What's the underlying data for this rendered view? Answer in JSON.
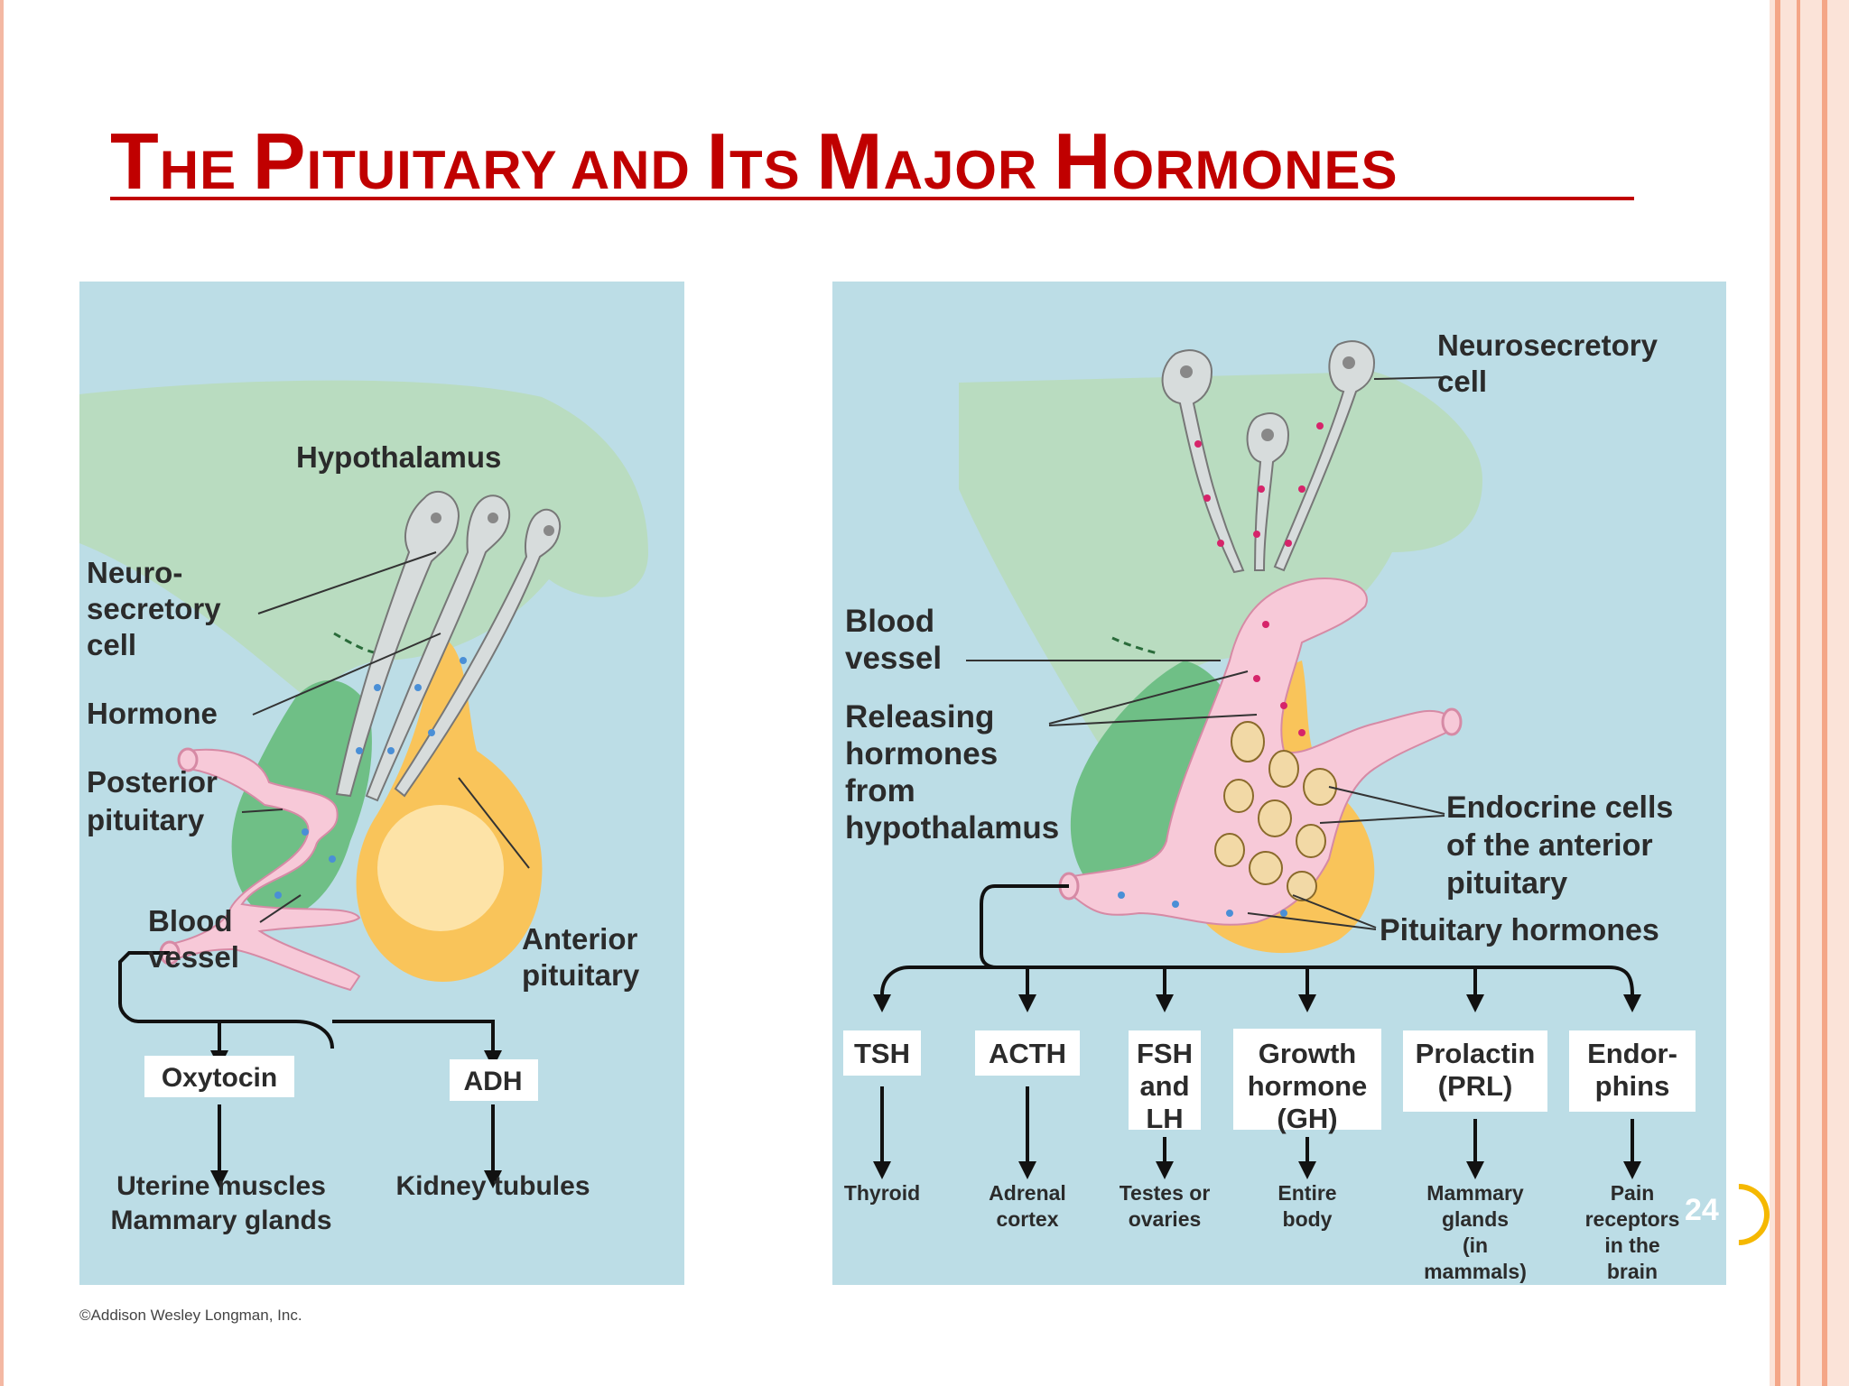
{
  "slide": {
    "title_segments": [
      {
        "big": "T",
        "small": "HE "
      },
      {
        "big": "P",
        "small": "ITUITARY AND "
      },
      {
        "big": "I",
        "small": "TS "
      },
      {
        "big": "M",
        "small": "AJOR "
      },
      {
        "big": "H",
        "small": "ORMONES"
      }
    ],
    "page_number": "24",
    "copyright": "©Addison Wesley Longman, Inc.",
    "colors": {
      "title": "#c00000",
      "rail": "#f4b8a3",
      "panel_bg": "#bcdde6",
      "hypothalamus": "#b9dcc0",
      "posterior": "#6fbf86",
      "anterior": "#f9c45a",
      "vessel": "#f7c9d8"
    }
  },
  "left_panel": {
    "labels": {
      "hypothalamus": "Hypothalamus",
      "neurosecretory": [
        "Neuro-",
        "secretory",
        "cell"
      ],
      "hormone": "Hormone",
      "posterior": [
        "Posterior",
        "pituitary"
      ],
      "blood_vessel": [
        "Blood",
        "vessel"
      ],
      "anterior": [
        "Anterior",
        "pituitary"
      ]
    },
    "hormones": [
      {
        "name": "Oxytocin",
        "targets": [
          "Uterine muscles",
          "Mammary glands"
        ]
      },
      {
        "name": "ADH",
        "targets": [
          "Kidney tubules"
        ]
      }
    ]
  },
  "right_panel": {
    "labels": {
      "neurosecretory": [
        "Neurosecretory",
        "cell"
      ],
      "blood_vessel": [
        "Blood",
        "vessel"
      ],
      "releasing": [
        "Releasing",
        "hormones",
        "from",
        "hypothalamus"
      ],
      "endocrine": [
        "Endocrine cells",
        "of the anterior",
        "pituitary"
      ],
      "pituitary_hormones": "Pituitary hormones"
    },
    "hormones": [
      {
        "name": [
          "TSH"
        ],
        "target": [
          "Thyroid"
        ]
      },
      {
        "name": [
          "ACTH"
        ],
        "target": [
          "Adrenal",
          "cortex"
        ]
      },
      {
        "name": [
          "FSH",
          "and",
          "LH"
        ],
        "target": [
          "Testes or",
          "ovaries"
        ]
      },
      {
        "name": [
          "Growth",
          "hormone",
          "(GH)"
        ],
        "target": [
          "Entire",
          "body"
        ]
      },
      {
        "name": [
          "Prolactin",
          "(PRL)"
        ],
        "target": [
          "Mammary",
          "glands",
          "(in",
          "mammals)"
        ]
      },
      {
        "name": [
          "Endor-",
          "phins"
        ],
        "target": [
          "Pain",
          "receptors",
          "in the",
          "brain"
        ]
      }
    ]
  }
}
